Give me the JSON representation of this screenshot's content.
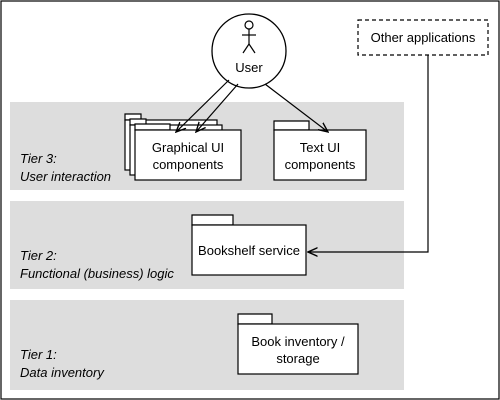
{
  "actor": {
    "label": "User"
  },
  "external": {
    "label": "Other applications"
  },
  "tiers": [
    {
      "title": "Tier 3:",
      "subtitle": "User interaction"
    },
    {
      "title": "Tier 2:",
      "subtitle": "Functional (business) logic"
    },
    {
      "title": "Tier 1:",
      "subtitle": "Data inventory"
    }
  ],
  "packages": {
    "graphical_ui": {
      "line1": "Graphical UI",
      "line2": "components"
    },
    "text_ui": {
      "line1": "Text UI",
      "line2": "components"
    },
    "bookshelf": {
      "line1": "Bookshelf service"
    },
    "inventory": {
      "line1": "Book inventory /",
      "line2": "storage"
    }
  },
  "colors": {
    "band": "#dddddd",
    "stroke": "#000000",
    "background": "#ffffff"
  }
}
